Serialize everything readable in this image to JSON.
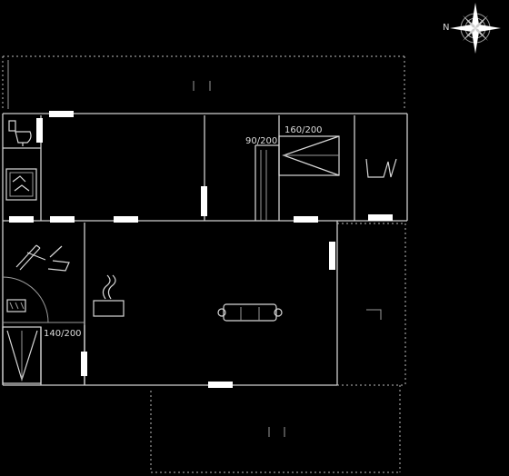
{
  "compass": {
    "north_letter": "N"
  },
  "rooms": {
    "bedroom_top": {
      "bed_size": "160/200"
    },
    "bedroom_small": {
      "bed_size": "90/200"
    },
    "bedroom_left": {
      "bed_size": "140/200"
    }
  },
  "colors": {
    "background": "#000000",
    "walls": "#cfcfcf",
    "doors": "#ffffff"
  }
}
